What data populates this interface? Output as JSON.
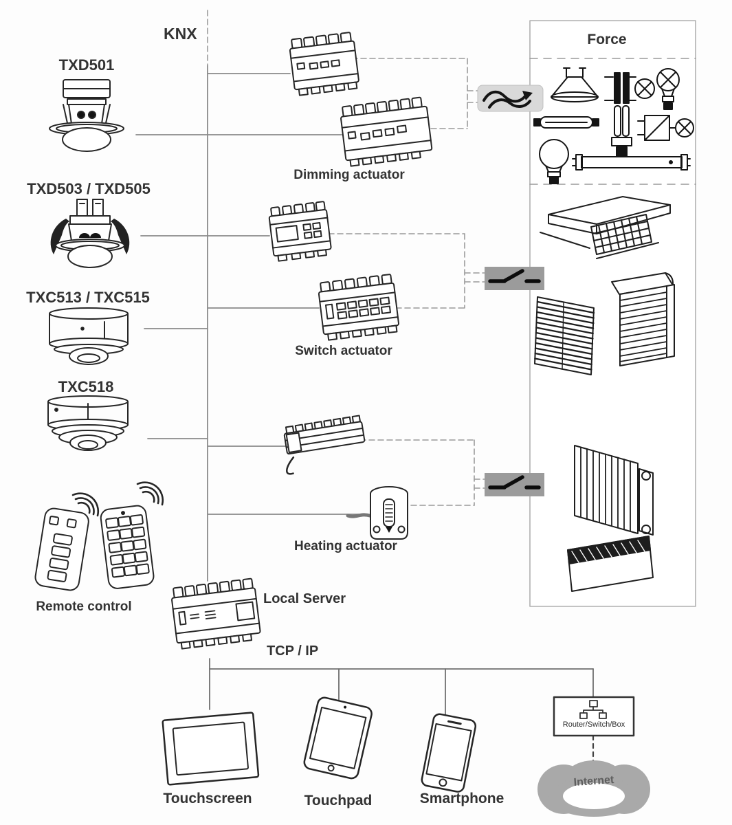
{
  "diagram": {
    "knx_label": "KNX",
    "tcpip_label": "TCP / IP"
  },
  "detectors": {
    "txd501": "TXD501",
    "txd503": "TXD503 / TXD505",
    "txc513": "TXC513 / TXC515",
    "txc518": "TXC518",
    "remote": "Remote control"
  },
  "actuators": {
    "dimming": "Dimming actuator",
    "switching": "Switch actuator",
    "heating": "Heating actuator",
    "server": "Local Server"
  },
  "force_panel": {
    "title": "Force"
  },
  "clients": {
    "touchscreen": "Touchscreen",
    "touchpad": "Touchpad",
    "smartphone": "Smartphone",
    "router": "Router/Switch/Box",
    "internet": "Internet"
  },
  "colors": {
    "connector": "#8a8a8a",
    "outline": "#262626",
    "switch_box": "#9b9b9b",
    "dimmer_box": "#d9d9d9",
    "cloud": "#a9a9a9"
  }
}
